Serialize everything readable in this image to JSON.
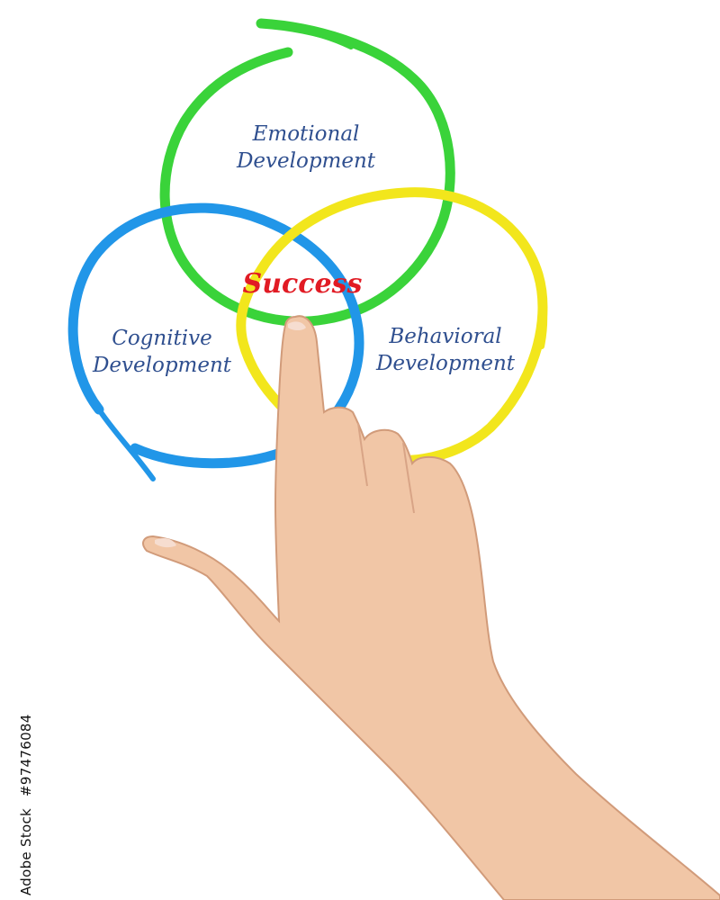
{
  "diagram": {
    "top_circle": {
      "line1": "Emotional",
      "line2": "Development",
      "color": "#3ad33a"
    },
    "left_circle": {
      "line1": "Cognitive",
      "line2": "Development",
      "color": "#2196e8"
    },
    "right_circle": {
      "line1": "Behavioral",
      "line2": "Development",
      "color": "#f2e61c"
    },
    "center_label": "Success"
  },
  "stock_badge": {
    "brand": "Adobe Stock",
    "number": "#97476084"
  }
}
